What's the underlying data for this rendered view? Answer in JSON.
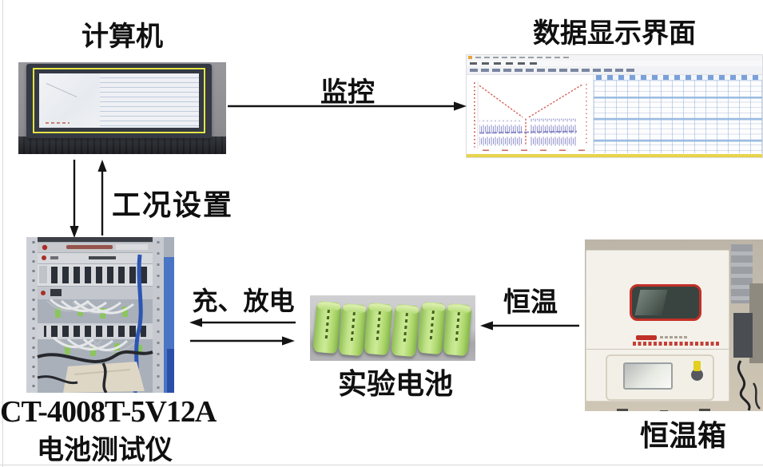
{
  "labels": {
    "computer": "计算机",
    "data_display": "数据显示界面",
    "monitoring": "监控",
    "condition_setting": "工况设置",
    "charge_discharge": "充、放电",
    "battery": "实验电池",
    "constant_temperature": "恒温",
    "chamber": "恒温箱",
    "tester_model": "CT-4008T-5V12A",
    "tester_name": "电池测试仪"
  },
  "colors": {
    "arrow": "#141414",
    "text": "#101010",
    "screen_highlight_yellow": "#e4e345",
    "battery_green": "#aad468",
    "chamber_red": "#c23028",
    "table_stripe_blue": "#96b9e1",
    "chart_curve_red": "#d4685c",
    "chart_tick_blue": "#8585c8",
    "status_bar_yellow": "#e7d44c",
    "tester_cable_blue": "#2c55b4"
  }
}
